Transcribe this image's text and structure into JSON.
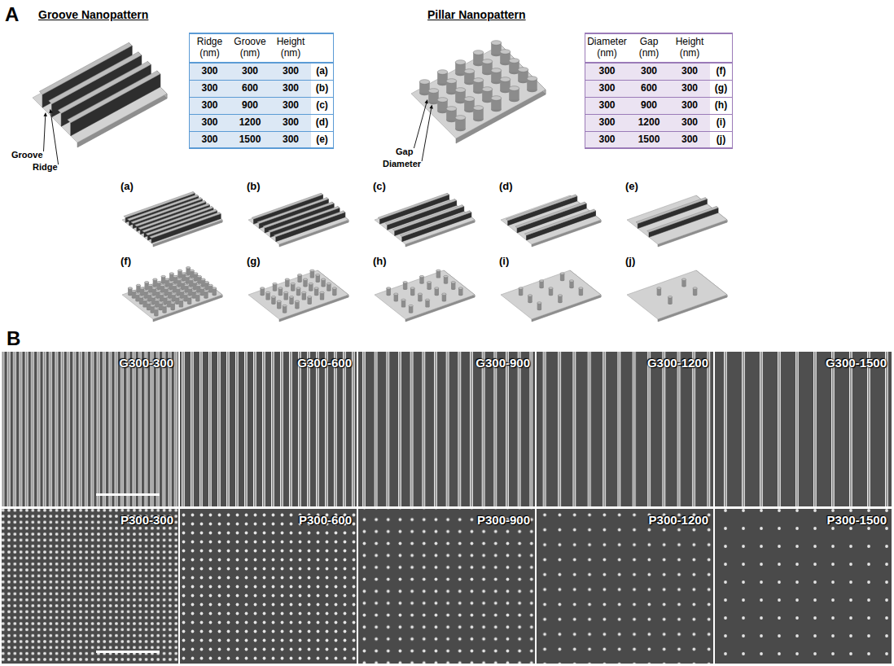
{
  "diagram": {
    "nodes": [
      {
        "text": [
          "G300-300"
        ]
      },
      {
        "text": [
          "G300-600"
        ]
      },
      {
        "text": [
          "G300-900"
        ]
      },
      {
        "text": [
          "G300-1200"
        ]
      },
      {
        "text": [
          "G300-1500"
        ]
      },
      {
        "text": [
          "P300-300"
        ]
      },
      {
        "text": [
          "P300-600"
        ]
      },
      {
        "text": [
          "P300-900"
        ]
      },
      {
        "text": [
          "P300-1200"
        ]
      },
      {
        "text": [
          "P300-1500"
        ]
      }
    ],
    "labels": [
      "A",
      "Groove Nanopattern",
      "Groove",
      "Ridge",
      "Ridge (nm)",
      "Groove (nm)",
      "Height (nm)",
      "300",
      "300",
      "300",
      "(a)",
      "300",
      "600",
      "300",
      "(b)",
      "300",
      "900",
      "300",
      "(c)",
      "300",
      "1200",
      "300",
      "(d)",
      "300",
      "1500",
      "300",
      "(e)",
      "Pillar Nanopattern",
      "Gap",
      "Diameter",
      "Diameter (nm)",
      "Gap (nm)",
      "Height (nm)",
      "300",
      "300",
      "300",
      "(f)",
      "300",
      "600",
      "300",
      "(g)",
      "300",
      "900",
      "300",
      "(h)",
      "300",
      "1200",
      "300",
      "(i)",
      "300",
      "1500",
      "300",
      "(j)",
      "(a)",
      "(b)",
      "(c)",
      "(d)",
      "(e)",
      "(f)",
      "(g)",
      "(h)",
      "(i)",
      "(j)",
      "B"
    ]
  }
}
